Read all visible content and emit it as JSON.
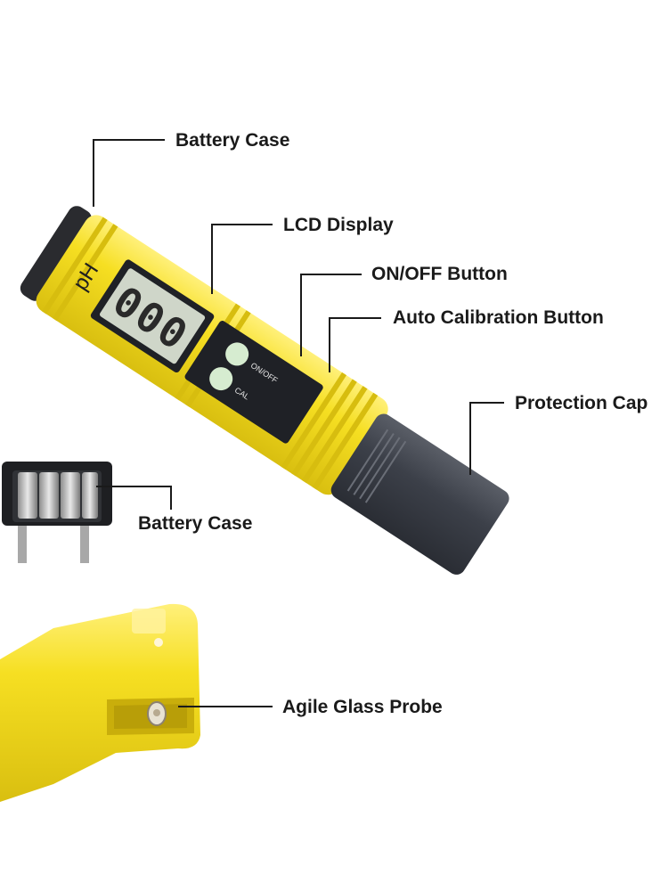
{
  "meter": {
    "label": "pH",
    "display_reading": "000",
    "on_off_label": "ON/OFF",
    "cal_label": "CAL"
  },
  "callouts": {
    "battery_case_top": "Battery Case",
    "lcd_display": "LCD Display",
    "on_off_button": "ON/OFF Button",
    "auto_calibration_button": "Auto Calibration Button",
    "protection_cap": "Protection Cap",
    "battery_case_detail": "Battery Case",
    "agile_glass_probe": "Agile Glass Probe"
  },
  "colors": {
    "body_yellow": "#f6df22",
    "body_yellow_dark": "#d9bf10",
    "cap_gray": "#3c4049",
    "lcd_green": "#cfd6c9",
    "button_green": "#d6ecd0",
    "label_panel": "#1f2126"
  }
}
